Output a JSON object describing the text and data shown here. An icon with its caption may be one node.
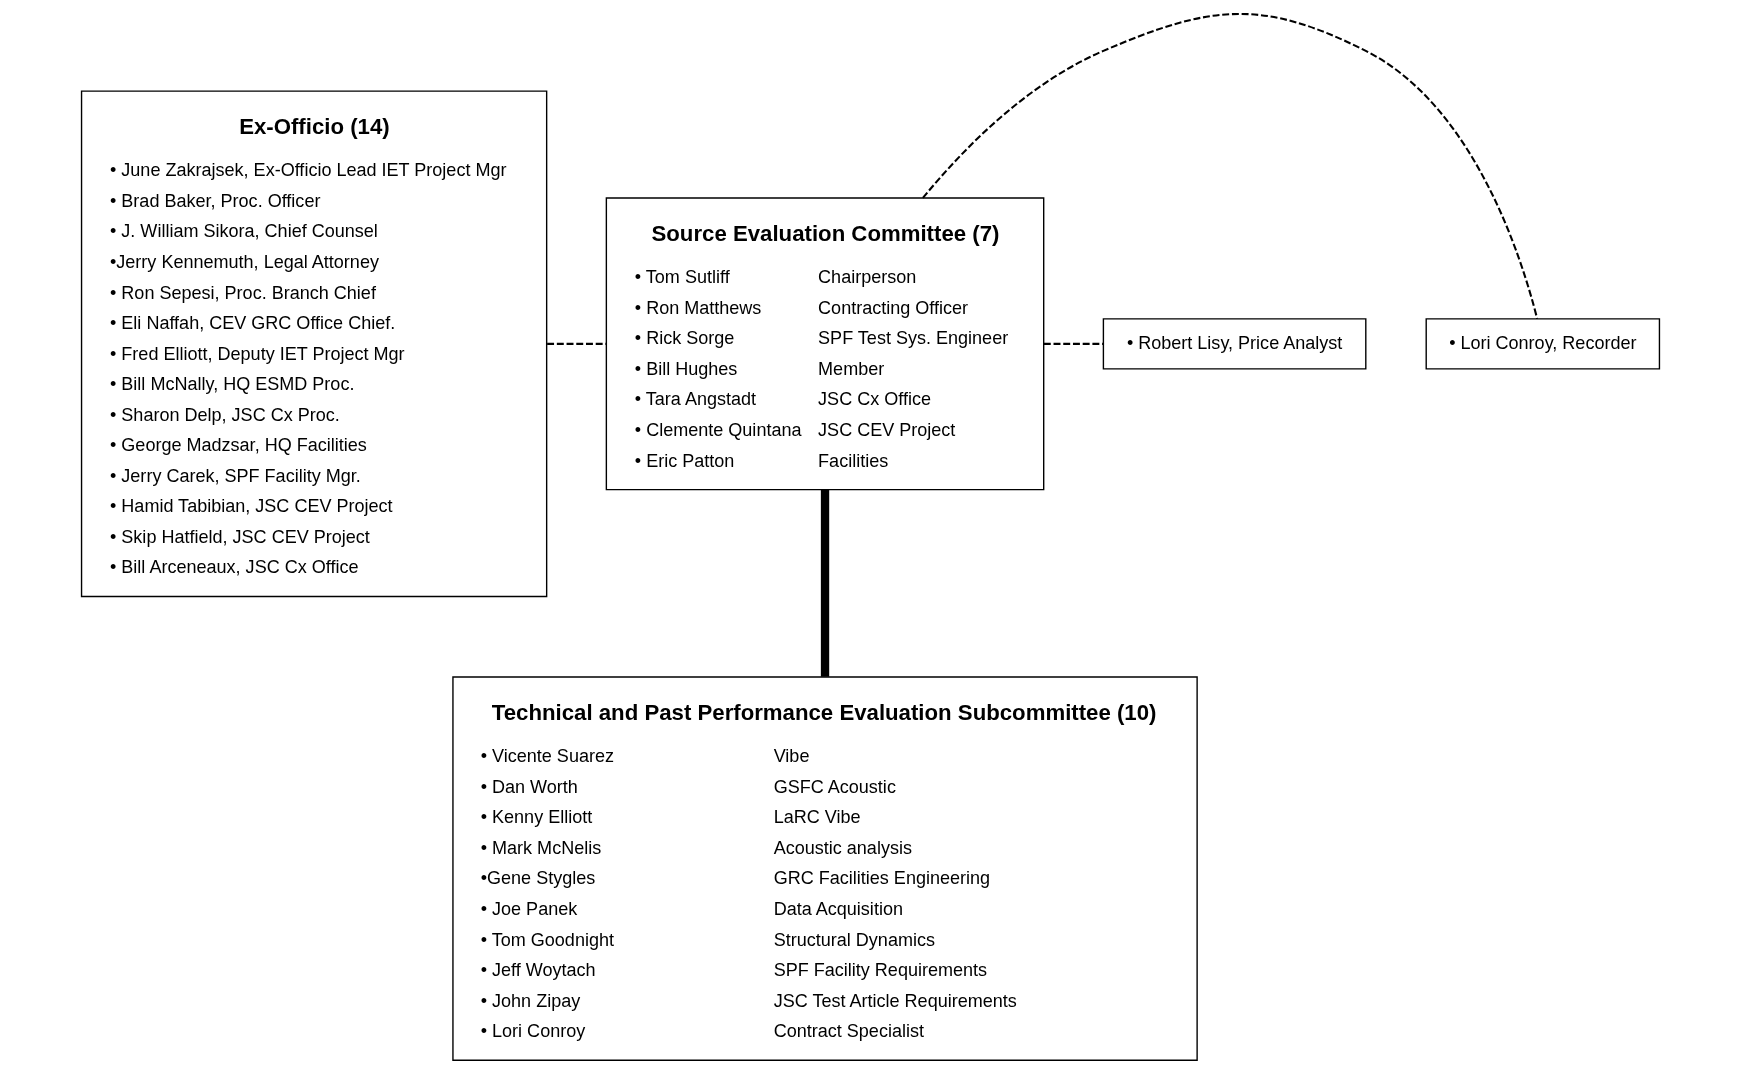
{
  "diagram": {
    "nodes": [
      {
        "text": [
          "Ex-Officio (14)",
          "• June Zakrajsek, Ex-Officio Lead IET Project Mgr",
          "• Brad Baker, Proc. Officer",
          "• J. William Sikora, Chief Counsel",
          "•Jerry Kennemuth, Legal Attorney",
          "• Ron Sepesi, Proc. Branch Chief",
          "• Eli Naffah, CEV GRC Office Chief.",
          "• Fred Elliott, Deputy IET Project Mgr",
          "• Bill McNally, HQ ESMD Proc.",
          "• Sharon Delp, JSC Cx Proc.",
          "• George Madzsar, HQ Facilities",
          "• Jerry Carek, SPF Facility Mgr.",
          "• Hamid Tabibian, JSC CEV Project",
          "• Skip Hatfield, JSC CEV Project",
          "• Bill Arceneaux, JSC Cx Office"
        ]
      },
      {
        "text": [
          "Source Evaluation Committee (7)",
          "• Tom Sutliff",
          "Chairperson",
          "• Ron Matthews",
          "Contracting Officer",
          "• Rick Sorge",
          "SPF Test Sys. Engineer",
          "• Bill Hughes",
          "Member",
          "• Tara Angstadt",
          "JSC Cx Office",
          "• Clemente Quintana",
          "JSC CEV Project",
          "• Eric Patton",
          "Facilities"
        ]
      },
      {
        "text": [
          "• Lori Conroy, Recorder"
        ]
      },
      {
        "text": [
          "• Robert Lisy, Price Analyst"
        ]
      },
      {
        "text": [
          "Technical and Past Performance Evaluation Subcommittee (10)",
          "• Vicente Suarez",
          "Vibe",
          "• Dan Worth",
          "GSFC Acoustic",
          "• Kenny Elliott",
          "LaRC Vibe",
          "• Mark McNelis",
          "Acoustic analysis",
          "•Gene Stygles",
          "GRC Facilities Engineering",
          "• Joe Panek",
          "Data Acquisition",
          "• Tom Goodnight",
          "Structural Dynamics",
          "• Jeff Woytach",
          "SPF Facility Requirements",
          "• John Zipay",
          "JSC Test Article Requirements",
          "• Lori Conroy",
          "Contract Specialist"
        ]
      }
    ],
    "edges": [
      {
        "from": 0,
        "to": 1,
        "arrow": "none",
        "style": "dashed"
      },
      {
        "from": 1,
        "to": 2,
        "arrow": "none",
        "style": "dashed"
      },
      {
        "from": 1,
        "to": 3,
        "arrow": "none",
        "style": "dashed"
      },
      {
        "from": 1,
        "to": 4,
        "arrow": "none",
        "style": "thick"
      }
    ]
  }
}
